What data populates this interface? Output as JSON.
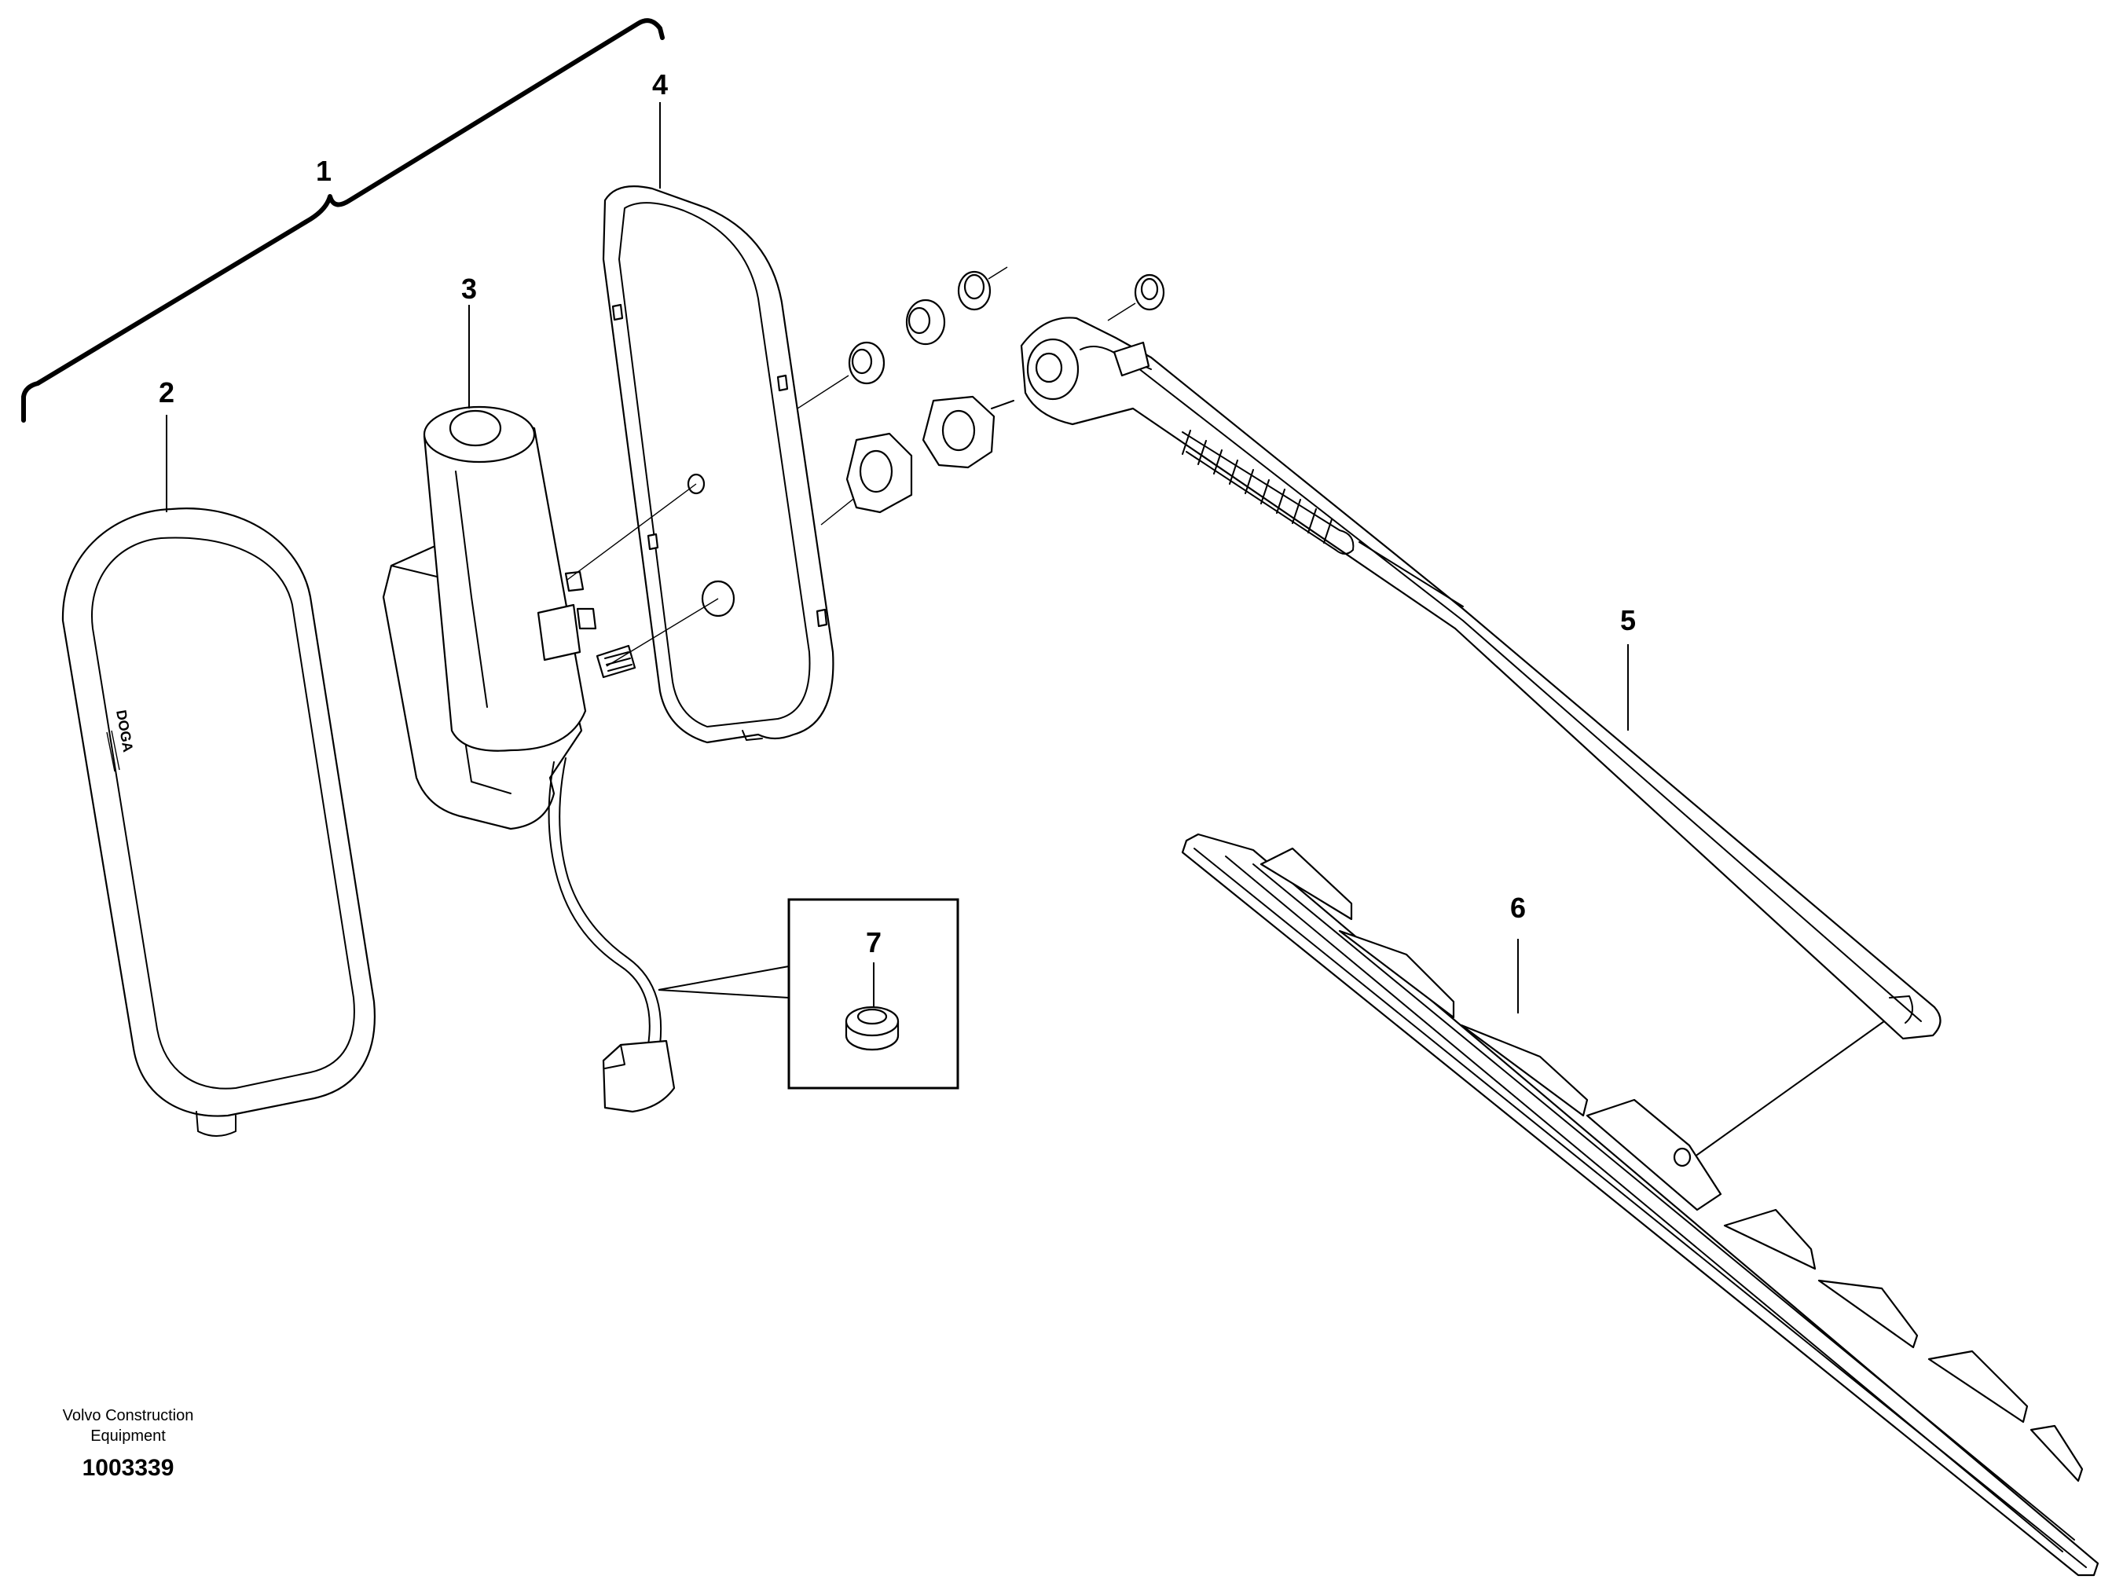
{
  "callouts": [
    {
      "id": "1",
      "label": "1"
    },
    {
      "id": "2",
      "label": "2"
    },
    {
      "id": "3",
      "label": "3"
    },
    {
      "id": "4",
      "label": "4"
    },
    {
      "id": "5",
      "label": "5"
    },
    {
      "id": "6",
      "label": "6"
    },
    {
      "id": "7",
      "label": "7"
    }
  ],
  "caption": {
    "line1": "Volvo Construction",
    "line2": "Equipment",
    "document_number": "1003339"
  },
  "cover_logo": "DOGA"
}
